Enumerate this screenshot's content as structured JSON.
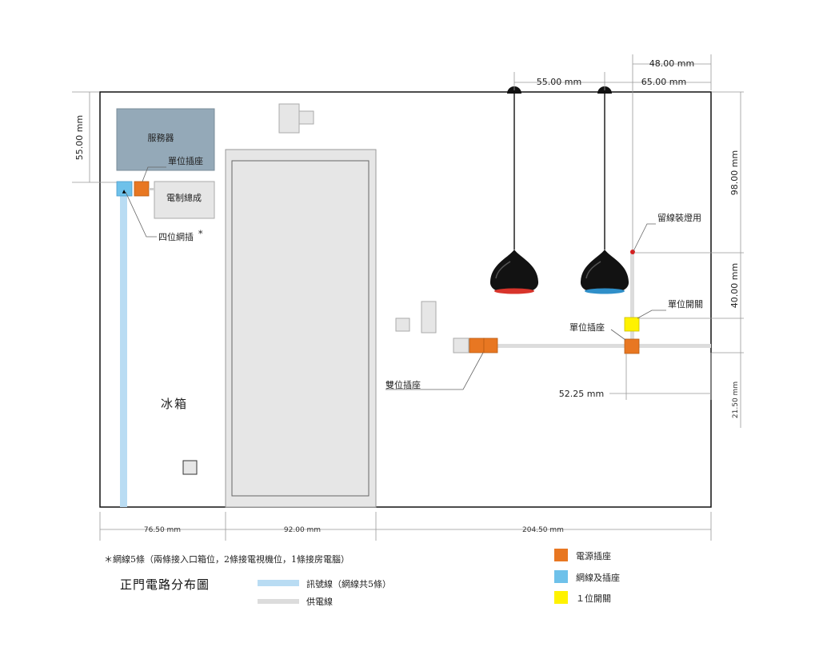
{
  "colors": {
    "power_outlet": "#e87722",
    "network": "#6ec1ea",
    "switch": "#fff200",
    "signal_line": "#b9dcf3",
    "power_line": "#dcdcdc",
    "server_box": "#94a9b8",
    "door": "#e6e6e6"
  },
  "labels": {
    "server": "服務器",
    "single_outlet_left": "單位插座",
    "electrical_unit": "電制總成",
    "network_socket": "四位網插",
    "network_star": "*",
    "fridge": "冰箱",
    "reserve_light": "留線裝燈用",
    "single_switch": "單位開關",
    "single_outlet_right": "單位插座",
    "double_outlet": "雙位插座"
  },
  "dimensions": {
    "top_48": "48.00 mm",
    "top_55": "55.00 mm",
    "top_65": "65.00 mm",
    "left_55": "55.00 mm",
    "right_98": "98.00 mm",
    "right_40": "40.00 mm",
    "right_2150": "21.50 mm",
    "mid_5225": "52.25 mm",
    "bottom_7650": "76.50 mm",
    "bottom_92": "92.00 mm",
    "bottom_20450": "204.50 mm"
  },
  "footer": {
    "note": "＊網線5條（兩條接入口箱位，2條接電視機位，1條接房電腦）",
    "title": "正門電路分布圖",
    "signal_line": "訊號線（網線共5條）",
    "power_line": "供電線"
  },
  "legend": {
    "power_outlet": "電源插座",
    "network": "網線及插座",
    "switch": "１位開關"
  }
}
